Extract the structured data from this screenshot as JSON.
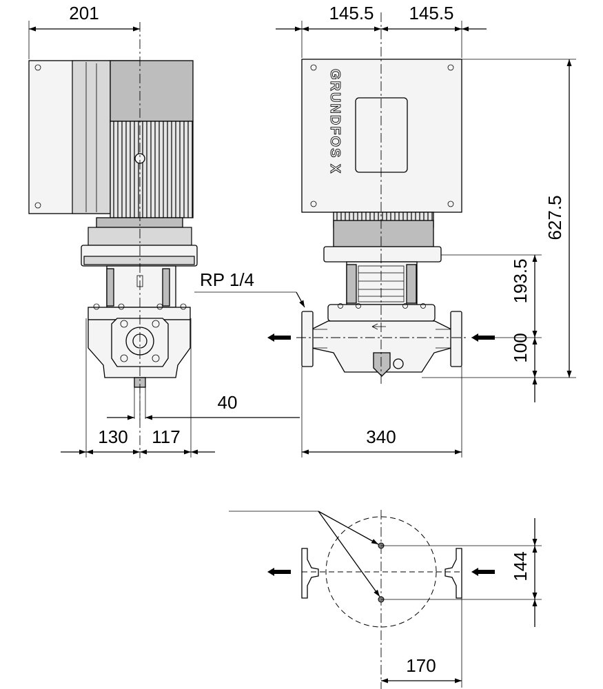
{
  "dimensions": {
    "side_width": "201",
    "front_half_left": "145.5",
    "front_half_right": "145.5",
    "overall_height": "627.5",
    "pressure_port_height": "193.5",
    "flange_center_height": "100",
    "bottom_offset": "40",
    "side_left": "130",
    "side_right": "117",
    "port_to_port": "340",
    "base_hole_spacing": "144",
    "base_hole_offset": "170"
  },
  "labels": {
    "pressure_port": "RP 1/4",
    "brand": "GRUNDFOS X"
  },
  "icons": [
    "flow-arrow-icon",
    "dimension-arrow-icon",
    "grundfos-logo-icon"
  ],
  "colors": {
    "line": "#000000",
    "housing": "#f4f4f4",
    "motor": "#bdbdbd"
  }
}
